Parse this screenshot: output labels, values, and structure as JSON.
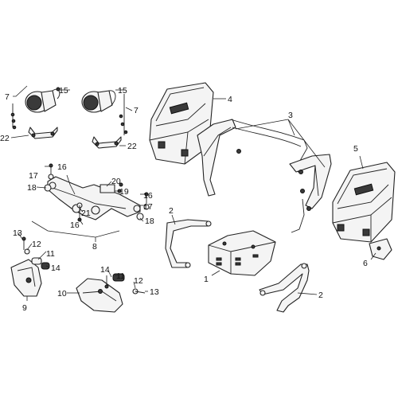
{
  "labels": {
    "p1": "1",
    "p2a": "2",
    "p2b": "2",
    "p3": "3",
    "p4": "4",
    "p5": "5",
    "p6": "6",
    "p7a": "7",
    "p7b": "7",
    "p8": "8",
    "p9": "9",
    "p10": "10",
    "p11a": "11",
    "p11b": "11",
    "p12a": "12",
    "p12b": "12",
    "p13a": "13",
    "p13b": "13",
    "p14a": "14",
    "p14b": "14",
    "p15a": "15",
    "p15b": "15",
    "p16a": "16",
    "p16b": "16",
    "p16c": "16",
    "p17a": "17",
    "p17b": "17",
    "p18a": "18",
    "p18b": "18",
    "p19": "19",
    "p20": "20",
    "p21": "21",
    "p22a": "22",
    "p22b": "22"
  }
}
